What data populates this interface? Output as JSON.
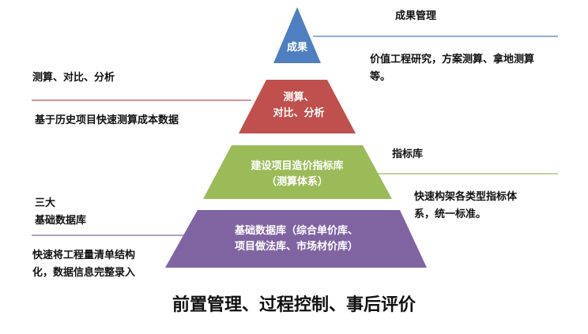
{
  "colors": {
    "tier1": "#4f7fc0",
    "tier2": "#c0504d",
    "tier3": "#9bbb59",
    "tier4": "#8064a2",
    "line_blue": "#4f7fc0",
    "line_red": "#c0504d",
    "line_green": "#9bbb59",
    "line_purple": "#8064a2"
  },
  "pyramid": {
    "tier1": {
      "line1": "成果",
      "line2": ""
    },
    "tier2": {
      "line1": "测算、",
      "line2": "对比、分析"
    },
    "tier3": {
      "line1": "建设项目造价指标库",
      "line2": "（测算体系）"
    },
    "tier4": {
      "line1": "基础数据库（综合单价库、",
      "line2": "项目做法库、市场材价库）"
    }
  },
  "annotations": {
    "tier1_title": "成果管理",
    "tier1_desc_1": "价值工程研究，方案测算、拿地测算",
    "tier1_desc_2": "等。",
    "tier2_title": "测算、对比、分析",
    "tier2_desc": "基于历史项目快速测算成本数据",
    "tier3_title": "指标库",
    "tier3_desc_1": "快速构架各类型指标体",
    "tier3_desc_2": "系，统一标准。",
    "tier4_title_1": "三大",
    "tier4_title_2": "基础数据库",
    "tier4_desc_1": "快速将工程量清单结构",
    "tier4_desc_2": "化，数据信息完整录入"
  },
  "footer": "前置管理、过程控制、事后评价"
}
